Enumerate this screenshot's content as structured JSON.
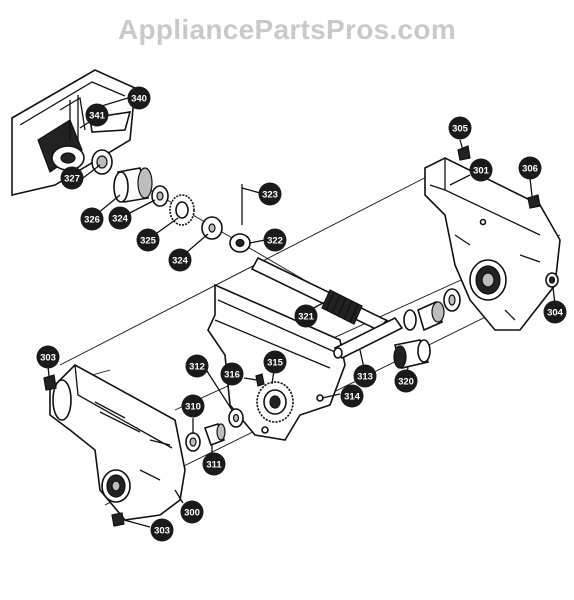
{
  "watermark": "AppliancePartsPros.com",
  "callouts": [
    {
      "id": "340",
      "label": "340"
    },
    {
      "id": "341",
      "label": "341"
    },
    {
      "id": "327",
      "label": "327"
    },
    {
      "id": "326",
      "label": "326"
    },
    {
      "id": "324a",
      "label": "324"
    },
    {
      "id": "325",
      "label": "325"
    },
    {
      "id": "324b",
      "label": "324"
    },
    {
      "id": "323",
      "label": "323"
    },
    {
      "id": "322",
      "label": "322"
    },
    {
      "id": "305",
      "label": "305"
    },
    {
      "id": "301",
      "label": "301"
    },
    {
      "id": "306",
      "label": "306"
    },
    {
      "id": "321",
      "label": "321"
    },
    {
      "id": "304",
      "label": "304"
    },
    {
      "id": "303a",
      "label": "303"
    },
    {
      "id": "312",
      "label": "312"
    },
    {
      "id": "316",
      "label": "316"
    },
    {
      "id": "315",
      "label": "315"
    },
    {
      "id": "313",
      "label": "313"
    },
    {
      "id": "320",
      "label": "320"
    },
    {
      "id": "314",
      "label": "314"
    },
    {
      "id": "310",
      "label": "310"
    },
    {
      "id": "311",
      "label": "311"
    },
    {
      "id": "300",
      "label": "300"
    },
    {
      "id": "303b",
      "label": "303"
    }
  ]
}
